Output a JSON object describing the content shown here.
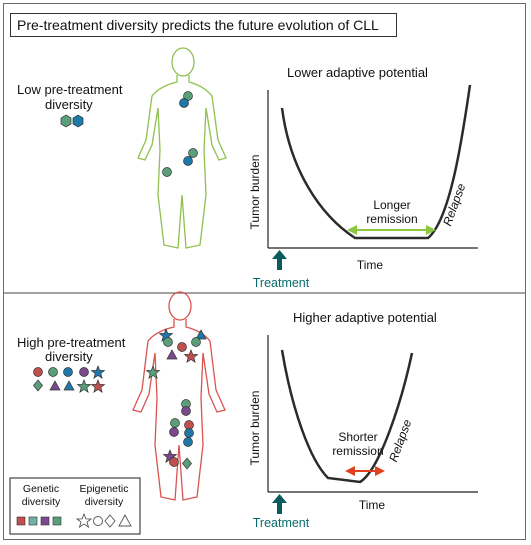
{
  "title": "Pre-treatment diversity predicts the future evolution of CLL",
  "top": {
    "diversity_label_1": "Low pre-treatment",
    "diversity_label_2": "diversity",
    "chart_title": "Lower adaptive potential",
    "y_label": "Tumor burden",
    "x_label": "Time",
    "treatment": "Treatment",
    "remission_1": "Longer",
    "remission_2": "remission",
    "relapse": "Relapse"
  },
  "bottom": {
    "diversity_label_1": "High pre-treatment",
    "diversity_label_2": "diversity",
    "chart_title": "Higher adaptive potential",
    "y_label": "Tumor burden",
    "x_label": "Time",
    "treatment": "Treatment",
    "remission_1": "Shorter",
    "remission_2": "remission",
    "relapse": "Relapse"
  },
  "legend": {
    "genetic_1": "Genetic",
    "genetic_2": "diversity",
    "epigenetic_1": "Epigenetic",
    "epigenetic_2": "diversity"
  },
  "colors": {
    "green_body": "#8fbf4f",
    "red_body": "#d9534f",
    "teal_green": "#5a9e7a",
    "blue": "#1f78a8",
    "red": "#c0504d",
    "purple": "#7a4a8c",
    "treatment_arrow": "#0a5c5c",
    "remission_long": "#8dc63f",
    "remission_short": "#e2401f"
  },
  "icons": [
    "circle",
    "hexagon",
    "square",
    "star",
    "pentagon",
    "diamond",
    "triangle"
  ]
}
